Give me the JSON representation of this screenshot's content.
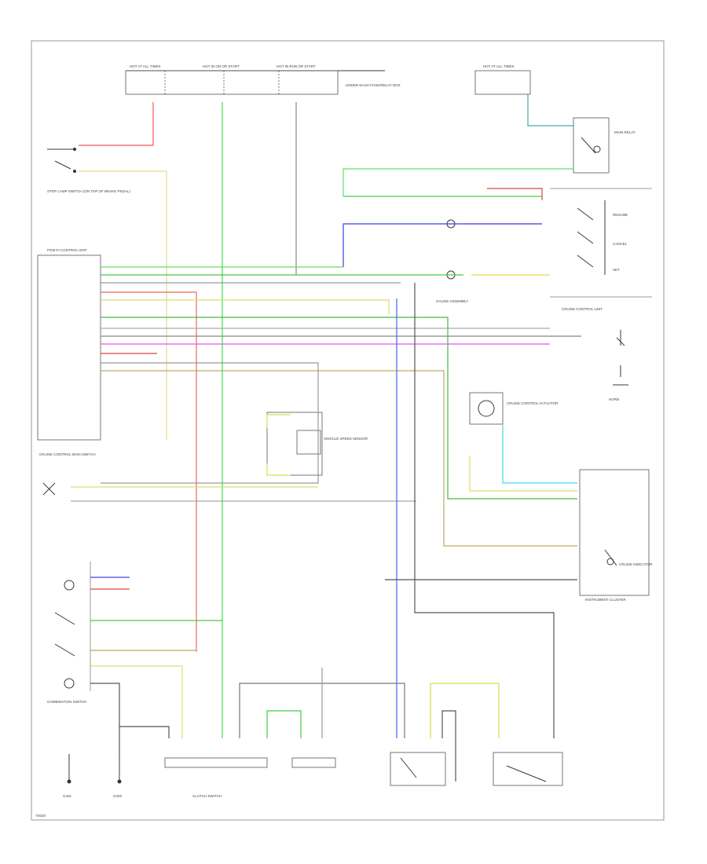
{
  "diagram": {
    "fuse_boxes": {
      "top_left": "HOT AT ALL TIMES",
      "top_mid": "HOT IN ON OR START",
      "top_right": "HOT IN RUN OR START",
      "under_dash": "UNDER-DASH FUSE/RELAY BOX",
      "hot_always": "HOT AT ALL TIMES"
    },
    "components": {
      "brake_switch": "STOP LAMP SWITCH (ON TOP OF BRAKE PEDAL)",
      "main_relay": "MAIN RELAY",
      "pgm_fi": "PGM-FI CONTROL UNIT",
      "cruise_unit": "CRUISE CONTROL UNIT",
      "main_switch": "CRUISE CONTROL MAIN SWITCH",
      "combo_switch": "COMBINATION SWITCH",
      "clutch_switch": "CLUTCH SWITCH",
      "actuator": "CRUISE CONTROL ACTUATOR",
      "vss": "VEHICLE SPEED SENSOR",
      "gauge": "GAUGE ASSEMBLY",
      "cluster": "INSTRUMENT CLUSTER",
      "indicator": "CRUISE INDICATOR",
      "resume": "RESUME",
      "set": "SET",
      "cancel": "CANCEL",
      "horn": "HORN",
      "ground_g1": "G401",
      "ground_g2": "G402"
    },
    "footer_code": "Y0020"
  }
}
